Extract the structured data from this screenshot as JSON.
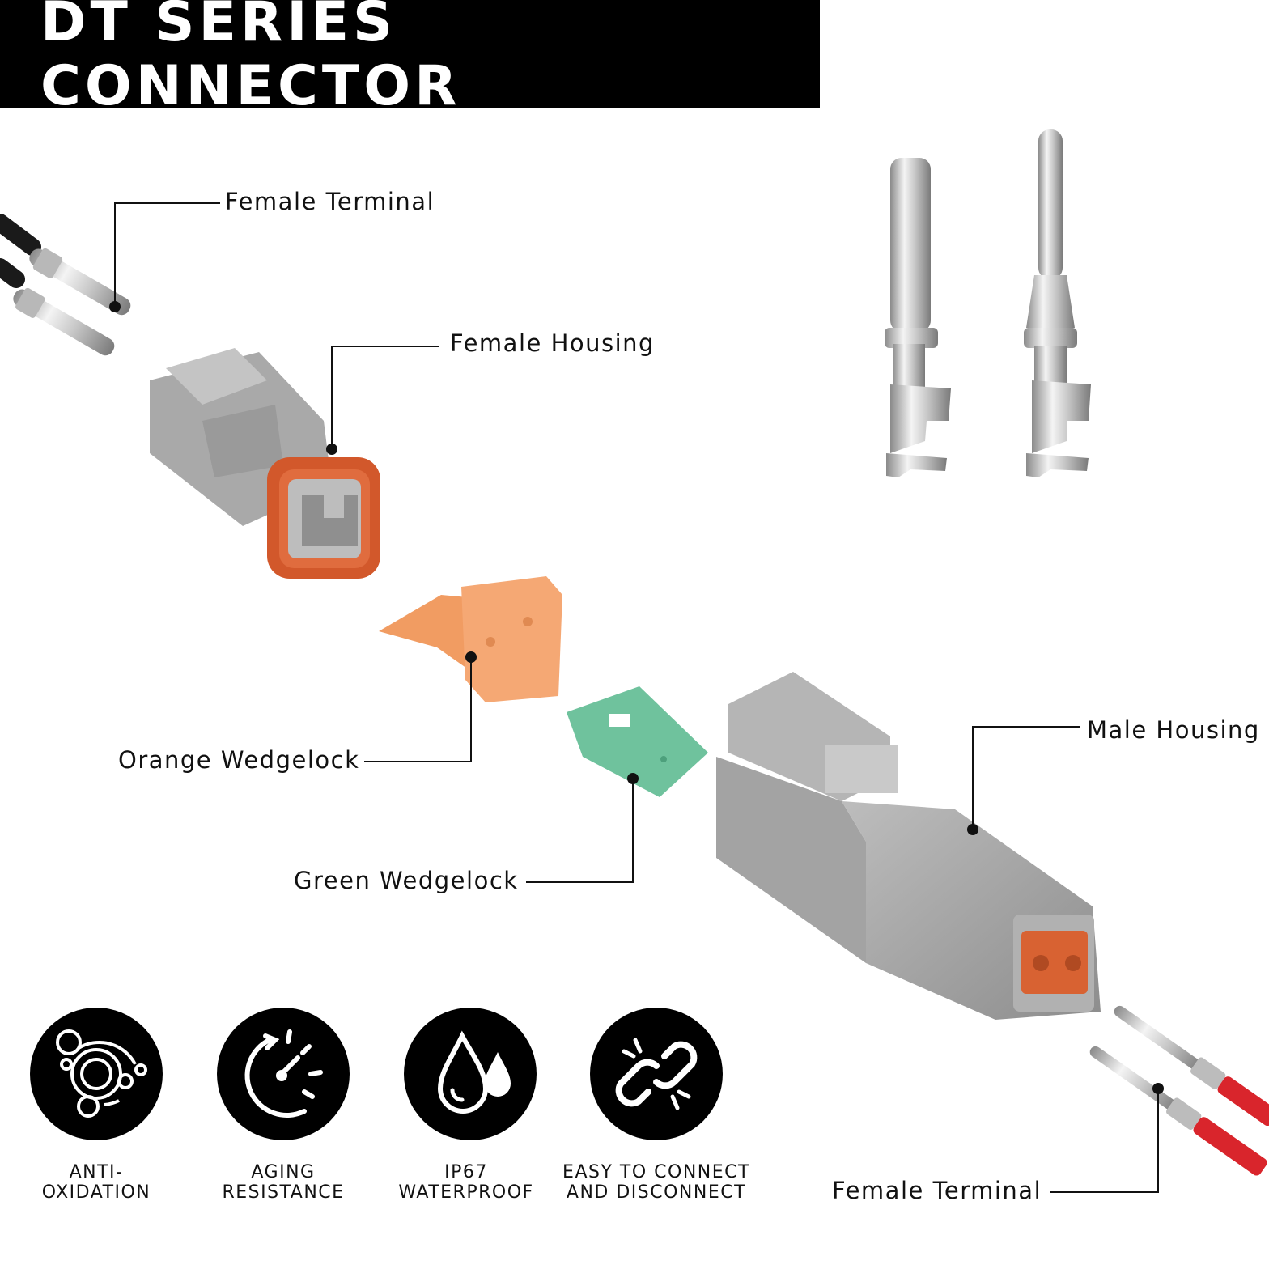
{
  "title": "DT SERIES CONNECTOR",
  "callouts": {
    "female_terminal_top": "Female Terminal",
    "female_housing": "Female Housing",
    "orange_wedgelock": "Orange Wedgelock",
    "green_wedgelock": "Green Wedgelock",
    "male_housing": "Male Housing",
    "female_terminal_bottom": "Female Terminal"
  },
  "features": [
    {
      "icon": "bubbles-icon",
      "line1": "ANTI-",
      "line2": "OXIDATION"
    },
    {
      "icon": "gauge-arrow-icon",
      "line1": "AGING",
      "line2": "RESISTANCE"
    },
    {
      "icon": "water-drops-icon",
      "line1": "IP67",
      "line2": "WATERPROOF"
    },
    {
      "icon": "broken-chain-link-icon",
      "line1": "EASY TO CONNECT",
      "line2": "AND DISCONNECT"
    }
  ],
  "colors": {
    "housing_gray": "#9b9b9b",
    "seal_orange": "#d2582b",
    "wedgelock_orange": "#f0a06a",
    "wedgelock_green": "#6fbf9a",
    "wire_red": "#d9252c",
    "wire_black": "#1a1a1a"
  }
}
